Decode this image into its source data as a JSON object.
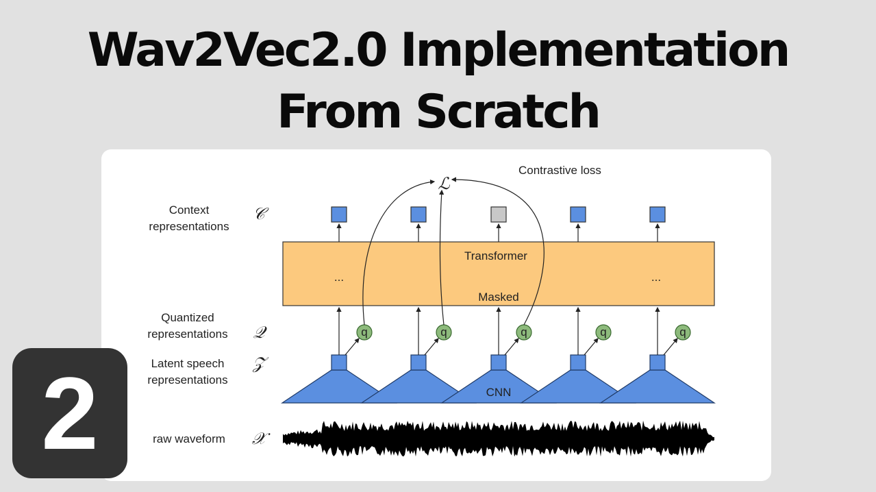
{
  "title": {
    "line1": "Wav2Vec2.0 Implementation",
    "line2": "From Scratch"
  },
  "badge": {
    "number": "2"
  },
  "diagram": {
    "loss_label": "Contrastive loss",
    "loss_symbol": "ℒ",
    "transformer_label": "Transformer",
    "masked_label": "Masked",
    "ellipsis": "...",
    "cnn_label": "CNN",
    "quantizer_symbol": "q",
    "rows": [
      {
        "line1": "Context",
        "line2": "representations",
        "symbol": "𝒞"
      },
      {
        "line1": "Quantized",
        "line2": "representations",
        "symbol": "𝒬"
      },
      {
        "line1": "Latent speech",
        "line2": "representations",
        "symbol": "𝒵"
      },
      {
        "line1": "raw waveform",
        "line2": "",
        "symbol": "𝒳"
      }
    ],
    "colors": {
      "box": "#5b8fe0",
      "masked_box": "#c8c8c8",
      "transformer": "#fcc97e",
      "q": "#8dba7c",
      "cnn": "#5b8fe0"
    }
  }
}
